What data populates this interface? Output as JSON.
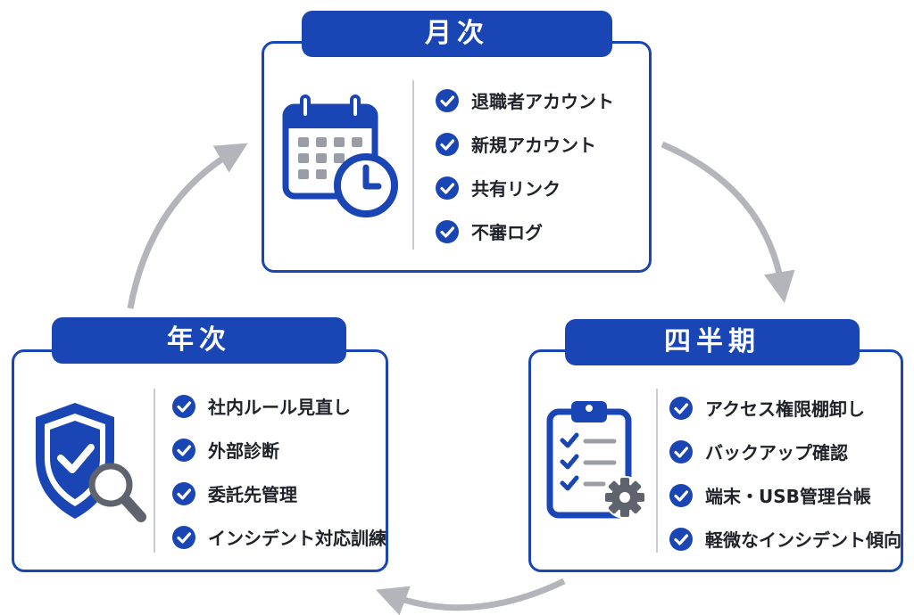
{
  "colors": {
    "primary": "#1946b4",
    "arrow": "#b3b5bb",
    "gray_icon": "#707480",
    "text": "#1f2229",
    "divider": "#c9ccd3"
  },
  "monthly": {
    "title": "月次",
    "icon": "calendar-clock-icon",
    "items": [
      {
        "label": "退職者アカウント"
      },
      {
        "label": "新規アカウント"
      },
      {
        "label": "共有リンク"
      },
      {
        "label": "不審ログ"
      }
    ]
  },
  "quarterly": {
    "title": "四半期",
    "icon": "clipboard-checklist-gear-icon",
    "items": [
      {
        "label": "アクセス権限棚卸し"
      },
      {
        "label": "バックアップ確認"
      },
      {
        "label": "端末・USB管理台帳"
      },
      {
        "label": "軽微なインシデント傾向"
      }
    ]
  },
  "yearly": {
    "title": "年次",
    "icon": "shield-check-magnifier-icon",
    "items": [
      {
        "label": "社内ルール見直し"
      },
      {
        "label": "外部診断"
      },
      {
        "label": "委託先管理"
      },
      {
        "label": "インシデント対応訓練"
      }
    ]
  }
}
